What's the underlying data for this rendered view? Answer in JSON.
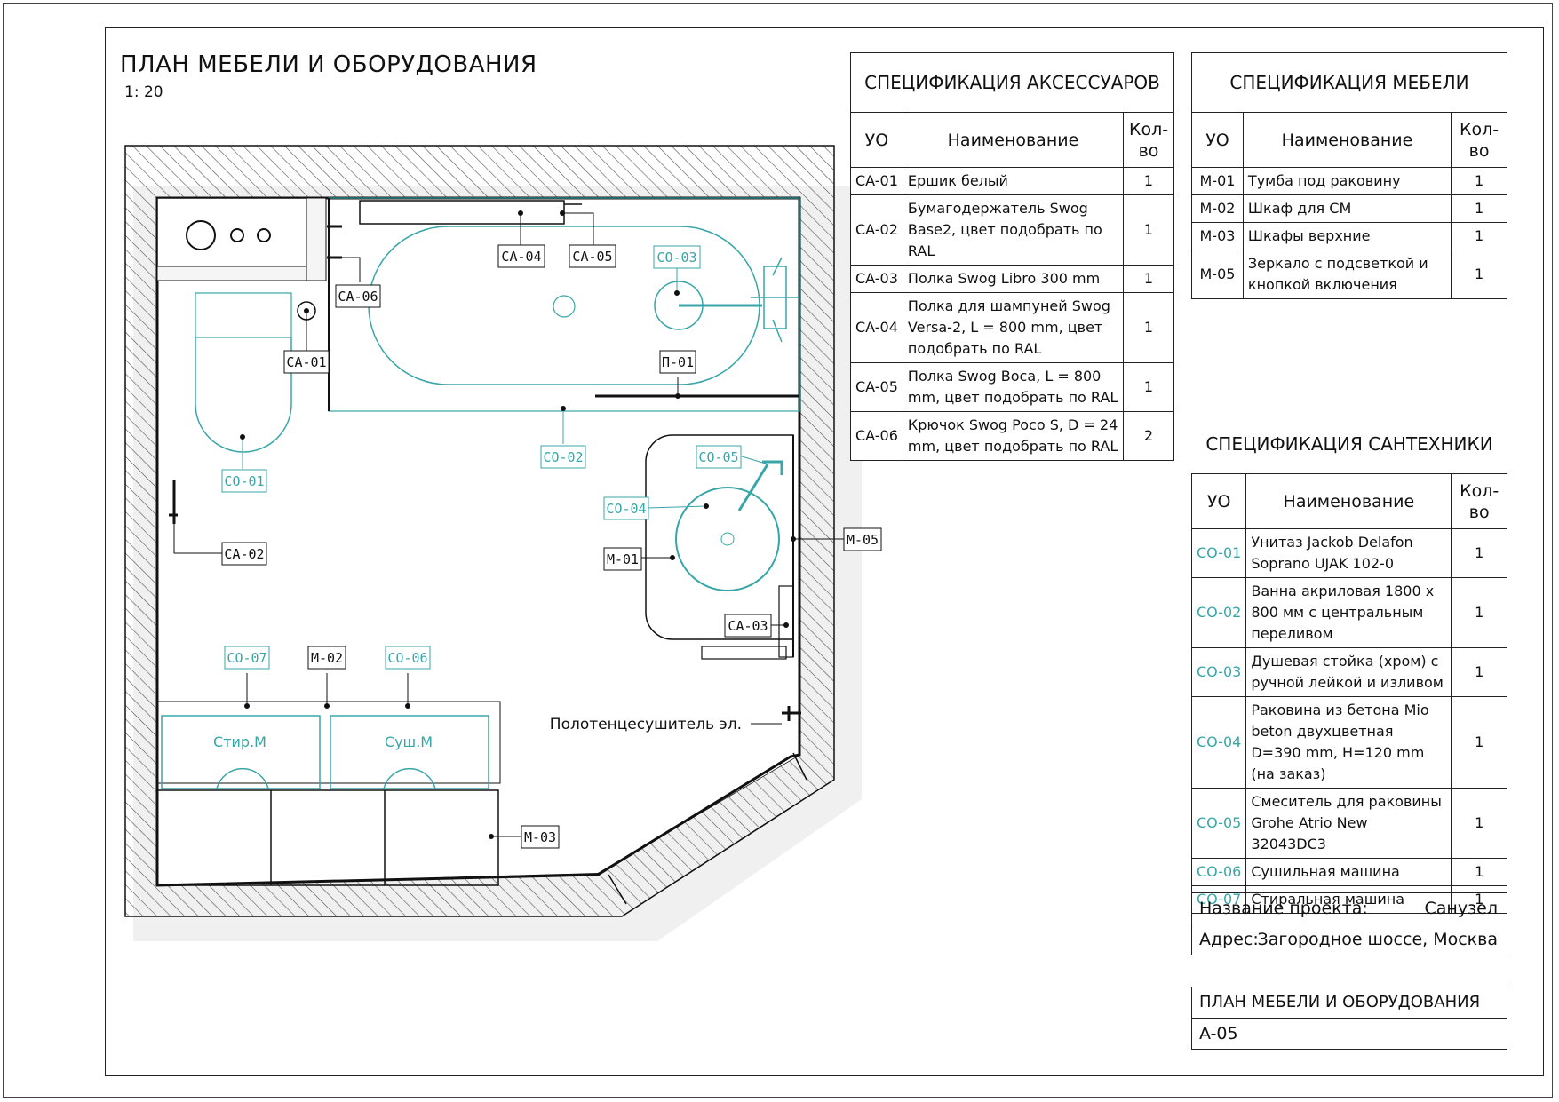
{
  "drawing": {
    "title": "ПЛАН МЕБЕЛИ И ОБОРУДОВАНИЯ",
    "scale": "1: 20"
  },
  "colors": {
    "equipment": "#38a6a8",
    "line": "#111111",
    "hatch": "#555555",
    "shadow": "#e9e9e9"
  },
  "plan_labels": {
    "ca01": "CA-01",
    "ca02": "CA-02",
    "ca03": "CA-03",
    "ca04": "CA-04",
    "ca05": "CA-05",
    "ca06": "CA-06",
    "co01": "CO-01",
    "co02": "CO-02",
    "co03": "CO-03",
    "co04": "CO-04",
    "co05": "CO-05",
    "co06": "CO-06",
    "co07": "CO-07",
    "m01": "M-01",
    "m02": "M-02",
    "m03": "M-03",
    "m05": "M-05",
    "p01": "П-01",
    "washer": "Стир.М",
    "dryer": "Суш.М",
    "towel_dryer": "Полотенцесушитель эл."
  },
  "accessories_spec": {
    "title": "СПЕЦИФИКАЦИЯ АКСЕССУАРОВ",
    "col_code": "УО",
    "col_name": "Наименование",
    "col_qty": "Кол-во",
    "rows": [
      {
        "code": "CA-01",
        "name": "Ершик белый",
        "qty": "1"
      },
      {
        "code": "CA-02",
        "name": "Бумагодержатель Swog Base2, цвет подобрать по RAL",
        "qty": "1"
      },
      {
        "code": "CA-03",
        "name": "Полка Swog Libro 300 mm",
        "qty": "1"
      },
      {
        "code": "CA-04",
        "name": "Полка для шампуней Swog Versa-2, L = 800 mm, цвет подобрать по RAL",
        "qty": "1"
      },
      {
        "code": "CA-05",
        "name": "Полка Swog Boca, L = 800 mm, цвет подобрать по RAL",
        "qty": "1"
      },
      {
        "code": "CA-06",
        "name": "Крючок Swog Poco S, D = 24 mm, цвет подобрать по RAL",
        "qty": "2"
      }
    ]
  },
  "furniture_spec": {
    "title": "СПЕЦИФИКАЦИЯ МЕБЕЛИ",
    "col_code": "УО",
    "col_name": "Наименование",
    "col_qty": "Кол-во",
    "rows": [
      {
        "code": "M-01",
        "name": "Тумба под раковину",
        "qty": "1"
      },
      {
        "code": "M-02",
        "name": "Шкаф для СМ",
        "qty": "1"
      },
      {
        "code": "M-03",
        "name": "Шкафы верхние",
        "qty": "1"
      },
      {
        "code": "M-05",
        "name": "Зеркало с подсветкой и кнопкой включения",
        "qty": "1"
      }
    ]
  },
  "plumbing_spec": {
    "title": "СПЕЦИФИКАЦИЯ САНТЕХНИКИ",
    "col_code": "УО",
    "col_name": "Наименование",
    "col_qty": "Кол-во",
    "rows": [
      {
        "code": "CO-01",
        "name": "Унитаз Jackob Delafon Soprano UJAK 102-0",
        "qty": "1"
      },
      {
        "code": "CO-02",
        "name": "Ванна акриловая 1800 х 800 мм с центральным переливом",
        "qty": "1"
      },
      {
        "code": "CO-03",
        "name": "Душевая стойка (хром) с ручной лейкой и изливом",
        "qty": "1"
      },
      {
        "code": "CO-04",
        "name": "Раковина из бетона Mio beton двухцветная D=390 mm, H=120 mm (на заказ)",
        "qty": "1"
      },
      {
        "code": "CO-05",
        "name": "Смеситель для раковины Grohe Atrio New 32043DC3",
        "qty": "1"
      },
      {
        "code": "CO-06",
        "name": "Сушильная машина",
        "qty": "1"
      },
      {
        "code": "CO-07",
        "name": "Стиральная машина",
        "qty": "1"
      }
    ]
  },
  "project_block": {
    "name_label": "Название проекта:",
    "name_value": "Санузел",
    "address_label": "Адрес:",
    "address_value": "Загородное шоссе, Москва"
  },
  "sheet_block": {
    "title": "ПЛАН МЕБЕЛИ И ОБОРУДОВАНИЯ",
    "number": "A-05"
  }
}
